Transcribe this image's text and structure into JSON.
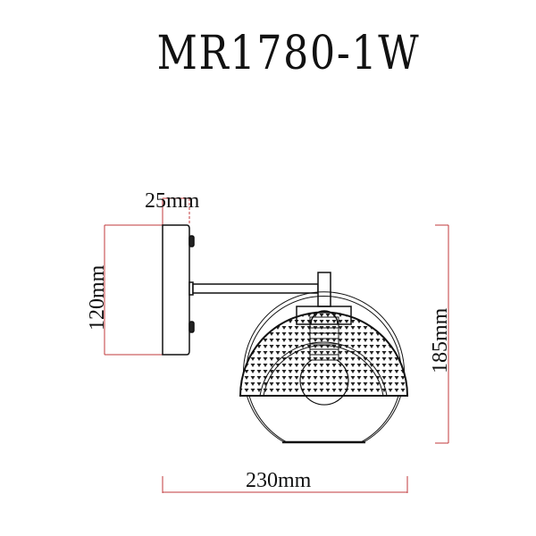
{
  "title": "MR1780-1W",
  "dimensions": {
    "depth_plate": "25mm",
    "height_plate": "120mm",
    "total_height": "185mm",
    "total_width": "230mm"
  },
  "colors": {
    "dimension_line": "#c0393b",
    "drawing_line": "#111111",
    "background": "#ffffff"
  }
}
